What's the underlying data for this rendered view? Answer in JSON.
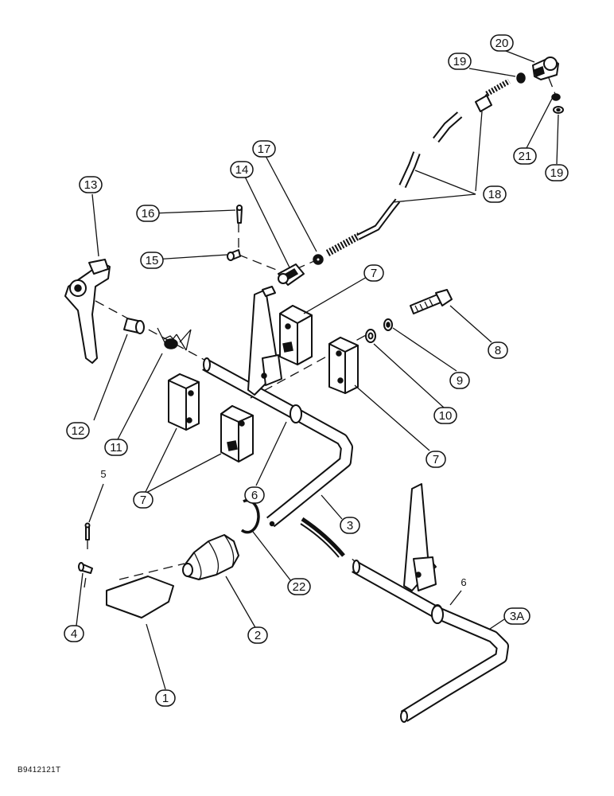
{
  "diagram": {
    "image_code": "B9412121T",
    "callouts": [
      {
        "id": "c1",
        "label": "1"
      },
      {
        "id": "c2",
        "label": "2"
      },
      {
        "id": "c3",
        "label": "3"
      },
      {
        "id": "c3a",
        "label": "3A"
      },
      {
        "id": "c4",
        "label": "4"
      },
      {
        "id": "c5",
        "label": "5"
      },
      {
        "id": "c6a",
        "label": "6"
      },
      {
        "id": "c6b",
        "label": "6"
      },
      {
        "id": "c7a",
        "label": "7"
      },
      {
        "id": "c7b",
        "label": "7"
      },
      {
        "id": "c7c",
        "label": "7"
      },
      {
        "id": "c8",
        "label": "8"
      },
      {
        "id": "c9",
        "label": "9"
      },
      {
        "id": "c10",
        "label": "10"
      },
      {
        "id": "c11",
        "label": "11"
      },
      {
        "id": "c12",
        "label": "12"
      },
      {
        "id": "c13",
        "label": "13"
      },
      {
        "id": "c14",
        "label": "14"
      },
      {
        "id": "c15",
        "label": "15"
      },
      {
        "id": "c16",
        "label": "16"
      },
      {
        "id": "c17",
        "label": "17"
      },
      {
        "id": "c18",
        "label": "18"
      },
      {
        "id": "c19a",
        "label": "19"
      },
      {
        "id": "c19b",
        "label": "19"
      },
      {
        "id": "c20",
        "label": "20"
      },
      {
        "id": "c21",
        "label": "21"
      },
      {
        "id": "c22",
        "label": "22"
      }
    ]
  }
}
